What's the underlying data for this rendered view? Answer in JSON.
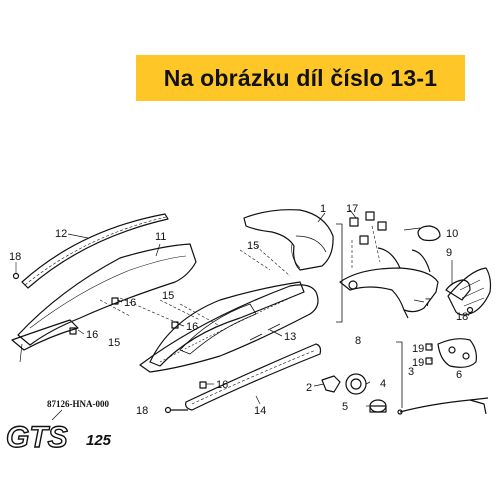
{
  "banner": {
    "text": "Na obrázku díl číslo 13-1",
    "background": "#ffc627"
  },
  "part_code": "87126-HNA-000",
  "brand": {
    "main": "GTS",
    "model": "125"
  },
  "callouts": {
    "c1": "1",
    "c2": "2",
    "c3": "3",
    "c4": "4",
    "c5": "5",
    "c6": "6",
    "c7": "7",
    "c8": "8",
    "c9": "9",
    "c10": "10",
    "c11": "11",
    "c12": "12",
    "c13": "13",
    "c14": "14",
    "c15a": "15",
    "c15b": "15",
    "c15c": "15",
    "c16a": "16",
    "c16b": "16",
    "c16c": "16",
    "c16d": "16",
    "c17": "17",
    "c18a": "18",
    "c18b": "18",
    "c18c": "18",
    "c19a": "19",
    "c19b": "19"
  }
}
